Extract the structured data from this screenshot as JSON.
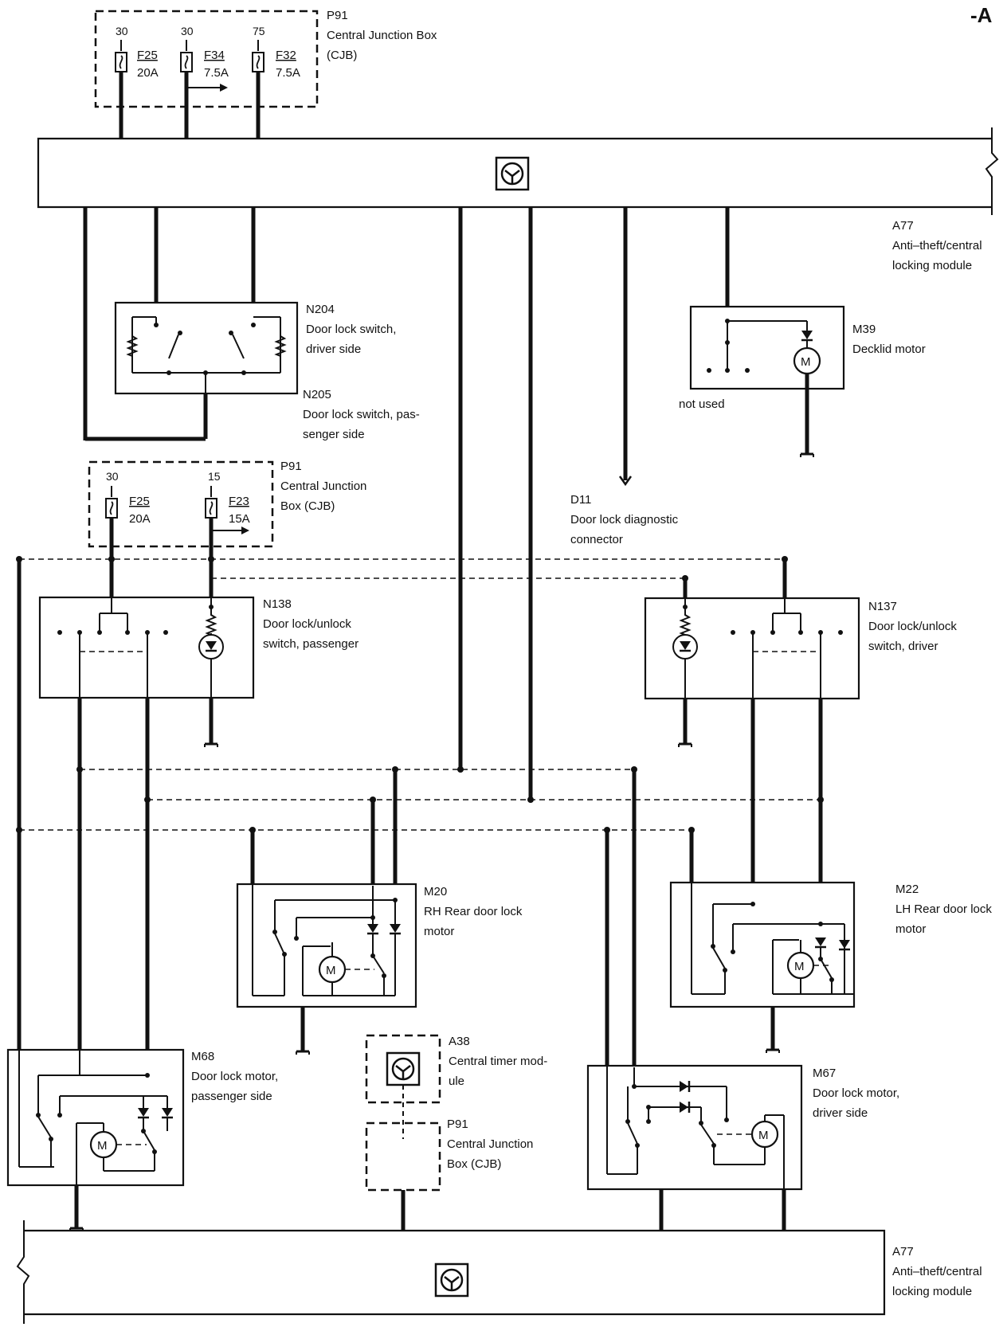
{
  "page_mark": "-A",
  "colors": {
    "ink": "#111111",
    "background": "#ffffff"
  },
  "cjb_top": {
    "code": "P91",
    "name_line1": "Central Junction Box",
    "name_line2": "(CJB)",
    "fuses": [
      {
        "terminal": "30",
        "id": "F25",
        "rating": "20A"
      },
      {
        "terminal": "30",
        "id": "F34",
        "rating": "7.5A"
      },
      {
        "terminal": "75",
        "id": "F32",
        "rating": "7.5A"
      }
    ]
  },
  "module_top": {
    "code": "A77",
    "name_line1": "Anti–theft/central",
    "name_line2": "locking module",
    "icon": "control-module-icon"
  },
  "n204": {
    "code": "N204",
    "name_line1": "Door lock switch,",
    "name_line2": "driver side"
  },
  "n205": {
    "code": "N205",
    "name_line1": "Door lock switch, pas-",
    "name_line2": "senger side"
  },
  "m39": {
    "code": "M39",
    "name_line1": "Decklid motor",
    "note": "not used",
    "icon": "motor-icon"
  },
  "cjb_mid": {
    "code": "P91",
    "name_line1": "Central Junction",
    "name_line2": "Box (CJB)",
    "fuses": [
      {
        "terminal": "30",
        "id": "F25",
        "rating": "20A"
      },
      {
        "terminal": "15",
        "id": "F23",
        "rating": "15A"
      }
    ]
  },
  "d11": {
    "code": "D11",
    "name_line1": "Door lock diagnostic",
    "name_line2": "connector"
  },
  "n138": {
    "code": "N138",
    "name_line1": "Door lock/unlock",
    "name_line2": "switch, passenger"
  },
  "n137": {
    "code": "N137",
    "name_line1": "Door lock/unlock",
    "name_line2": "switch, driver"
  },
  "m20": {
    "code": "M20",
    "name_line1": "RH Rear door lock",
    "name_line2": "motor"
  },
  "m22": {
    "code": "M22",
    "name_line1": "LH Rear door lock",
    "name_line2": "motor"
  },
  "a38": {
    "code": "A38",
    "name_line1": "Central timer mod-",
    "name_line2": "ule",
    "icon": "control-module-icon"
  },
  "cjb_bottom": {
    "code": "P91",
    "name_line1": "Central Junction",
    "name_line2": "Box (CJB)"
  },
  "m68": {
    "code": "M68",
    "name_line1": "Door lock motor,",
    "name_line2": "passenger side"
  },
  "m67": {
    "code": "M67",
    "name_line1": "Door lock motor,",
    "name_line2": "driver side"
  },
  "module_bottom": {
    "code": "A77",
    "name_line1": "Anti–theft/central",
    "name_line2": "locking module",
    "icon": "control-module-icon"
  },
  "motor_symbol": "M"
}
